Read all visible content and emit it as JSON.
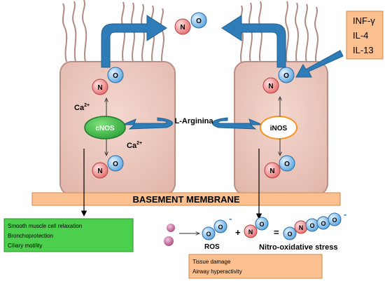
{
  "molecule": {
    "n": "N",
    "o": "O"
  },
  "cytokines": [
    "INF-γ",
    "IL-4",
    "IL-13"
  ],
  "left_cell": {
    "enzyme": "cNOS",
    "ca_top": "Ca",
    "ca_bottom": "Ca",
    "ca_superscript": "2+"
  },
  "right_cell": {
    "enzyme": "iNOS"
  },
  "substrate_label": "L-Arginina",
  "basement_membrane_label": "BASEMENT MEMBRANE",
  "green_box": {
    "items": [
      "Smooth muscle cell relaxation",
      "Bronchoprotection",
      "Ciliary motility"
    ]
  },
  "reaction": {
    "ros_label": "ROS",
    "plus": "+",
    "equals": "=",
    "negative_charge": "-",
    "stress_label": "Nitro-oxidative stress"
  },
  "orange_box": {
    "items": [
      "Tissue damage",
      "Airway hyperactivity"
    ]
  },
  "colors": {
    "cell_fill": "#ecc7bd",
    "cell_stroke": "#b98f86",
    "arrow_blue": "#2e7cb8",
    "n_fill": "#f08a8a",
    "o_fill": "#8ec3ee",
    "cnos_fill": "#39b54a",
    "inos_stroke": "#f7931e",
    "membrane_fill": "#fac090",
    "green_box": "#4ccf4c",
    "orange_box": "#fac090"
  }
}
